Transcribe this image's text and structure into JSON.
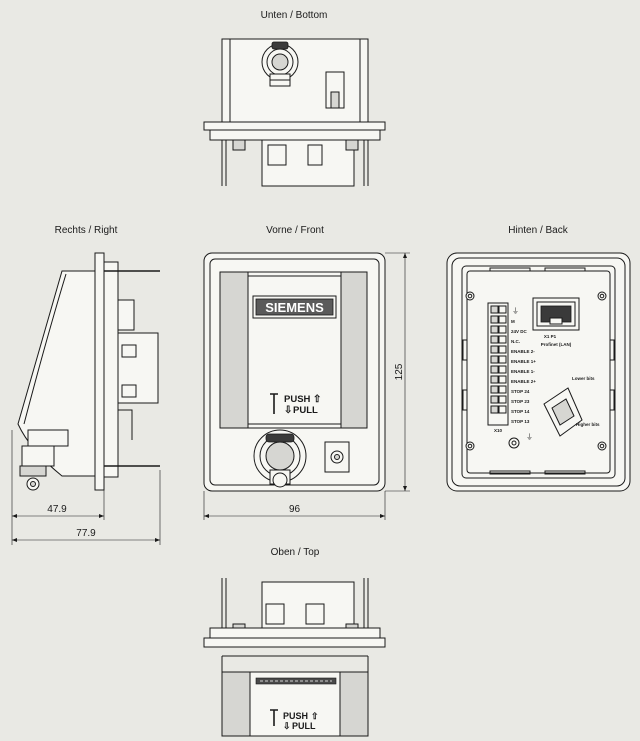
{
  "views": {
    "bottom": "Unten / Bottom",
    "right": "Rechts / Right",
    "front": "Vorne / Front",
    "back": "Hinten / Back",
    "top": "Oben / Top"
  },
  "dimensions": {
    "height": "125",
    "width": "96",
    "depth_inner": "47.9",
    "depth_outer": "77.9"
  },
  "front_panel": {
    "brand": "SIEMENS",
    "push": "PUSH",
    "pull": "PULL"
  },
  "back_panel": {
    "terminals": [
      "M",
      "24V DC",
      "N.C.",
      "ENABLE 2-",
      "ENABLE 1+",
      "ENABLE 1-",
      "ENABLE 2+",
      "STOP 24",
      "STOP 23",
      "STOP 14",
      "STOP 13"
    ],
    "connector": "X1 P1",
    "port_label": "Profinet (LAN)",
    "terminal_block": "X10",
    "lower_label": "Lower bits",
    "higher_label": "Higher bits"
  },
  "top_panel": {
    "push": "PUSH",
    "pull": "PULL"
  }
}
